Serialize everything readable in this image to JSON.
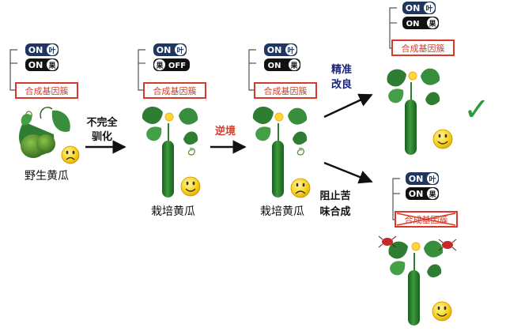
{
  "switches": {
    "on": "ON",
    "off": "OFF",
    "leaf": "叶",
    "fruit": "果"
  },
  "cluster_label": "合成基因簇",
  "stages": {
    "wild": "野生黄瓜",
    "cultivated_1": "栽培黄瓜",
    "cultivated_2": "栽培黄瓜"
  },
  "arrows": {
    "domestication": [
      "不完全",
      "驯化"
    ],
    "stress": "逆境",
    "precise_improvement": [
      "精准",
      "改良"
    ],
    "block_bitter": [
      "阻止苦",
      "味合成"
    ]
  },
  "check_mark": "✓",
  "colors": {
    "accent_red": "#d73a2a",
    "dark_blue": "#1f3760",
    "navy_text": "#1a237e",
    "plant_green": "#2e8b2e",
    "dark_green": "#1b5e20",
    "check_green": "#2e9b3a"
  }
}
